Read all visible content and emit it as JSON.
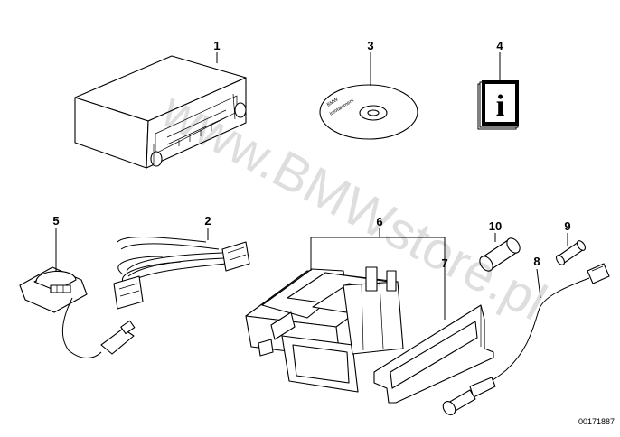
{
  "callouts": {
    "c1": "1",
    "c2": "2",
    "c3": "3",
    "c4": "4",
    "c5": "5",
    "c6": "6",
    "c7": "7",
    "c8": "8",
    "c9": "9",
    "c10": "10"
  },
  "cd_label_line1": "BMW",
  "cd_label_line2": "Infotainment",
  "info_icon_glyph": "i",
  "watermark": "www.BMWstore.pl",
  "diagram_ref": "00171887"
}
